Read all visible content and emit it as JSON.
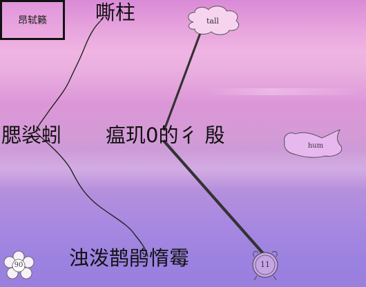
{
  "nodes": {
    "box_label": "昂轼籁",
    "top_label": "嘶柱",
    "left_label": "腮裟蚓",
    "mid_label": "瘟玑0的彳 殷",
    "bottom_label": "浊泼鹊鹃惰霉",
    "cloud_label": "tall",
    "leaf_label": "hum",
    "clock_label": "11",
    "flower_label": "90"
  },
  "colors": {
    "line": "#111111",
    "shape_stroke": "#444444",
    "shape_fill": "#f4c8ec"
  }
}
